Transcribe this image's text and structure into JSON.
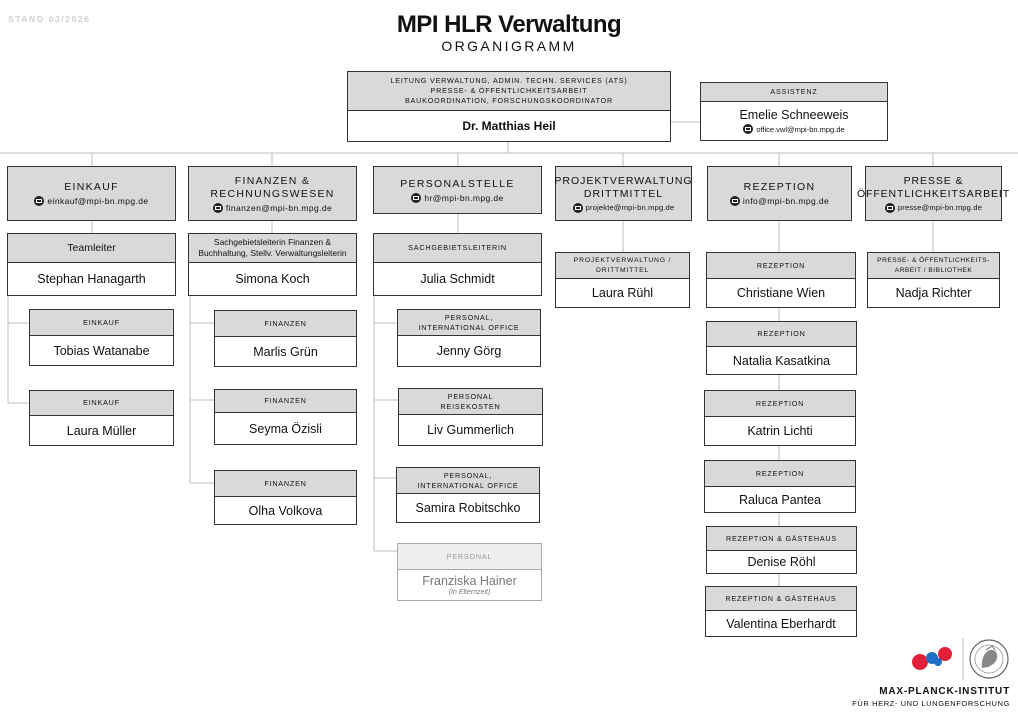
{
  "stand": "STAND 03/2026",
  "title": "MPI HLR Verwaltung",
  "subtitle": "ORGANIGRAMM",
  "leitung": {
    "role1": "LEITUNG VERWALTUNG, ADMIN. TECHN. SERVICES (ATS)",
    "role2": "PRESSE- & ÖFFENTLICHKEITSARBEIT",
    "role3": "BAUKOORDINATION, FORSCHUNGSKOORDINATOR",
    "name": "Dr. Matthias Heil"
  },
  "assistenz": {
    "role": "ASSISTENZ",
    "name": "Emelie Schneeweis",
    "email": "office.vwl@mpi-bn.mpg.de"
  },
  "departments": {
    "einkauf": {
      "name1": "EINKAUF",
      "name2": "",
      "email": "einkauf@mpi-bn.mpg.de"
    },
    "finanzen": {
      "name1": "FINANZEN &",
      "name2": "RECHNUNGSWESEN",
      "email": "finanzen@mpi-bn.mpg.de"
    },
    "personal": {
      "name1": "PERSONALSTELLE",
      "name2": "",
      "email": "hr@mpi-bn.mpg.de"
    },
    "projekt": {
      "name1": "PROJEKTVERWALTUNG",
      "name2": "DRITTMITTEL",
      "email": "projekte@mpi-bn.mpg.de"
    },
    "rezeption": {
      "name1": "REZEPTION",
      "name2": "",
      "email": "info@mpi-bn.mpg.de"
    },
    "presse": {
      "name1": "PRESSE &",
      "name2": "ÖFFENTLICHKEITSARBEIT",
      "email": "presse@mpi-bn.mpg.de"
    }
  },
  "einkauf_staff": [
    {
      "role1": "Teamleiter",
      "role2": "",
      "name": "Stephan Hanagarth"
    },
    {
      "role1": "EINKAUF",
      "role2": "",
      "name": "Tobias Watanabe"
    },
    {
      "role1": "EINKAUF",
      "role2": "",
      "name": "Laura Müller"
    }
  ],
  "finanzen_staff": [
    {
      "role1": "Sachgebietsleiterin Finanzen &",
      "role2": "Buchhaltung, Stellv. Verwaltungsleiterin",
      "name": "Simona Koch"
    },
    {
      "role1": "FINANZEN",
      "role2": "",
      "name": "Marlis Grün"
    },
    {
      "role1": "FINANZEN",
      "role2": "",
      "name": "Seyma Özisli"
    },
    {
      "role1": "FINANZEN",
      "role2": "",
      "name": "Olha Volkova"
    }
  ],
  "personal_staff": [
    {
      "role1": "SACHGEBIETSLEITERIN",
      "role2": "",
      "name": "Julia Schmidt"
    },
    {
      "role1": "PERSONAL,",
      "role2": "INTERNATIONAL OFFICE",
      "name": "Jenny Görg"
    },
    {
      "role1": "PERSONAL",
      "role2": "REISEKOSTEN",
      "name": "Liv Gummerlich"
    },
    {
      "role1": "PERSONAL,",
      "role2": "INTERNATIONAL OFFICE",
      "name": "Samira Robitschko"
    },
    {
      "role1": "PERSONAL",
      "role2": "",
      "name": "Franziska Hainer",
      "note": "(In Elternzeit)"
    }
  ],
  "projekt_staff": [
    {
      "role1": "PROJEKTVERWALTUNG /",
      "role2": "DRITTMITTEL",
      "name": "Laura Rühl"
    }
  ],
  "rezeption_staff": [
    {
      "role1": "REZEPTION",
      "role2": "",
      "name": "Christiane Wien"
    },
    {
      "role1": "REZEPTION",
      "role2": "",
      "name": "Natalia Kasatkina"
    },
    {
      "role1": "REZEPTION",
      "role2": "",
      "name": "Katrin Lichti"
    },
    {
      "role1": "REZEPTION",
      "role2": "",
      "name": "Raluca Pantea"
    },
    {
      "role1": "REZEPTION & GÄSTEHAUS",
      "role2": "",
      "name": "Denise Röhl"
    },
    {
      "role1": "REZEPTION & GÄSTEHAUS",
      "role2": "",
      "name": "Valentina Eberhardt"
    }
  ],
  "presse_staff": [
    {
      "role1": "PRESSE- & ÖFFENTLICHKEITS-",
      "role2": "ARBEIT / BIBLIOTHEK",
      "name": "Nadja Richter"
    }
  ],
  "logo": {
    "line1": "MAX-PLANCK-INSTITUT",
    "line2": "FÜR HERZ- UND LUNGENFORSCHUNG",
    "colors": {
      "red": "#e2203a",
      "blue": "#1f6fc5",
      "seal": "#666666"
    }
  }
}
